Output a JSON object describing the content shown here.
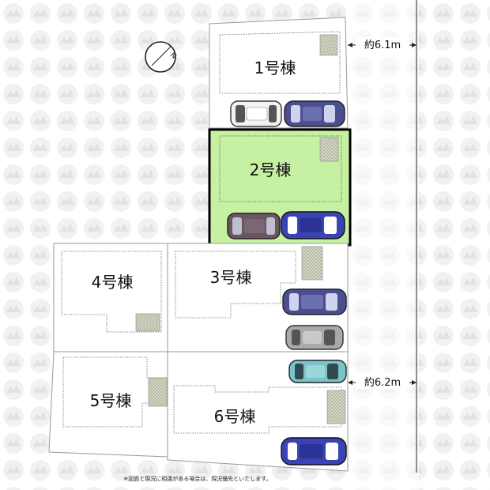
{
  "lots": [
    {
      "id": "lot-1",
      "label": "1号棟",
      "highlighted": false
    },
    {
      "id": "lot-2",
      "label": "2号棟",
      "highlighted": true
    },
    {
      "id": "lot-3",
      "label": "3号棟",
      "highlighted": false
    },
    {
      "id": "lot-4",
      "label": "4号棟",
      "highlighted": false
    },
    {
      "id": "lot-5",
      "label": "5号棟",
      "highlighted": false
    },
    {
      "id": "lot-6",
      "label": "6号棟",
      "highlighted": false
    }
  ],
  "roads": {
    "top_width": "約6.1m",
    "bottom_width": "約6.2m"
  },
  "compass": {
    "label": "N"
  },
  "note": "※図面と現況に相違がある場合は、現況優先といたします。",
  "colors": {
    "highlight_fill": "#c6f0a2",
    "highlight_border": "#000000",
    "lot_border": "#9a9a9a",
    "house_outline": "#555555",
    "garden_fill": "#d6d9c8",
    "car_blue": "#3a43b5",
    "car_navy": "#4a4f8f",
    "car_brown": "#6a5563",
    "car_gray": "#a9a9a9",
    "car_teal": "#79c4c9",
    "car_white": "#f2f2f2"
  },
  "cars": [
    {
      "name": "car-lot1-white",
      "color": "car_white"
    },
    {
      "name": "car-lot1-navy",
      "color": "car_navy"
    },
    {
      "name": "car-lot2-brown",
      "color": "car_brown"
    },
    {
      "name": "car-lot2-blue",
      "color": "car_blue"
    },
    {
      "name": "car-lot3-navy",
      "color": "car_navy"
    },
    {
      "name": "car-lot3-gray",
      "color": "car_gray"
    },
    {
      "name": "car-lot6-teal",
      "color": "car_teal"
    },
    {
      "name": "car-lot6-blue",
      "color": "car_blue"
    }
  ]
}
